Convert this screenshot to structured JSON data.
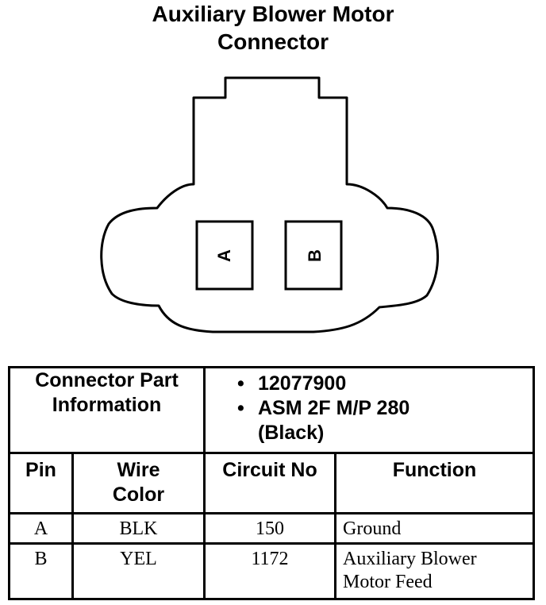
{
  "title": {
    "line1": "Auxiliary Blower Motor",
    "line2": "Connector"
  },
  "connector": {
    "pins": [
      "A",
      "B"
    ]
  },
  "table": {
    "part_info_label_line1": "Connector Part",
    "part_info_label_line2": "Information",
    "part_numbers": [
      {
        "bullet": "•",
        "text": "12077900"
      },
      {
        "bullet": "•",
        "text": "ASM 2F M/P 280"
      }
    ],
    "part_color": "(Black)",
    "headers": {
      "pin": "Pin",
      "wire_color_line1": "Wire",
      "wire_color_line2": "Color",
      "circuit_no": "Circuit No",
      "function": "Function"
    },
    "rows": [
      {
        "pin": "A",
        "wire_color": "BLK",
        "circuit": "150",
        "function_line1": "Ground",
        "function_line2": ""
      },
      {
        "pin": "B",
        "wire_color": "YEL",
        "circuit": "1172",
        "function_line1": "Auxiliary Blower",
        "function_line2": "Motor Feed"
      }
    ]
  }
}
